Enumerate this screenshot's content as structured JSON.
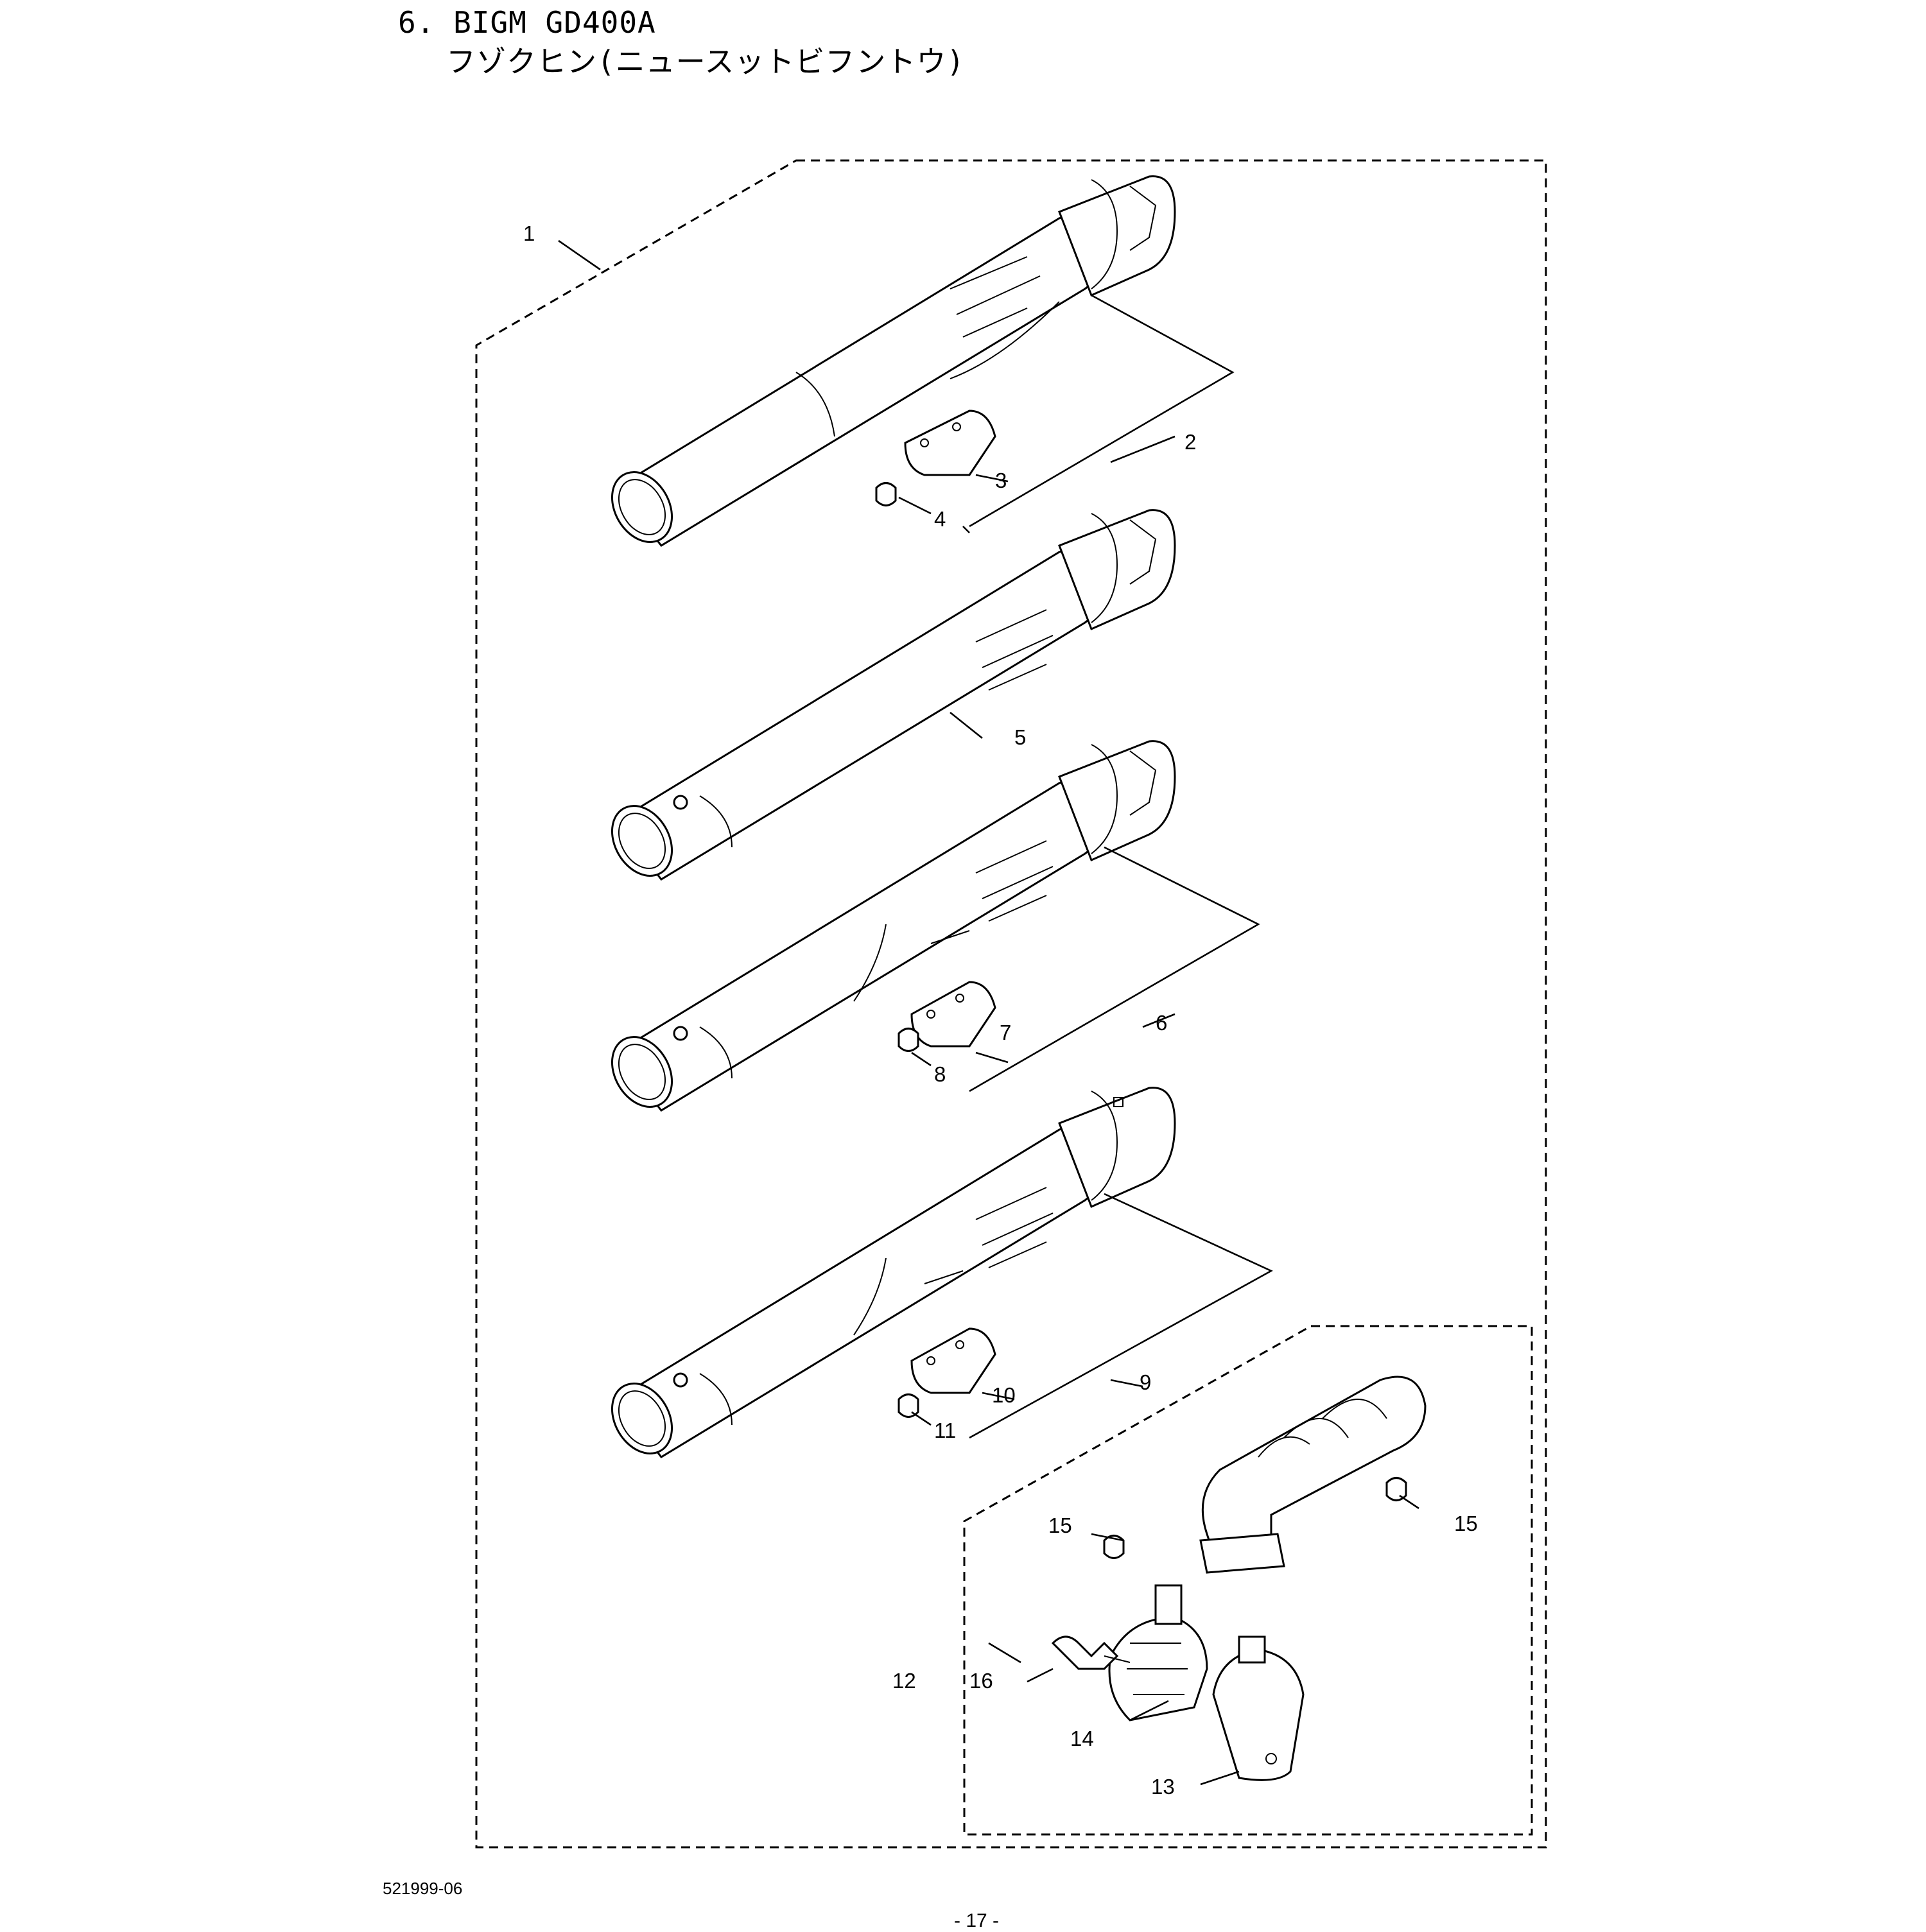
{
  "header": {
    "title_line1": "6. BIGM GD400A",
    "title_line2": "フゾクヒン(ニュースットビフントウ)"
  },
  "footer": {
    "drawing_code": "521999-06",
    "page_number": "- 17 -"
  },
  "diagram": {
    "part_labels": [
      "1",
      "2",
      "3",
      "4",
      "5",
      "6",
      "7",
      "8",
      "9",
      "10",
      "11",
      "12",
      "13",
      "14",
      "15",
      "15",
      "16"
    ]
  }
}
